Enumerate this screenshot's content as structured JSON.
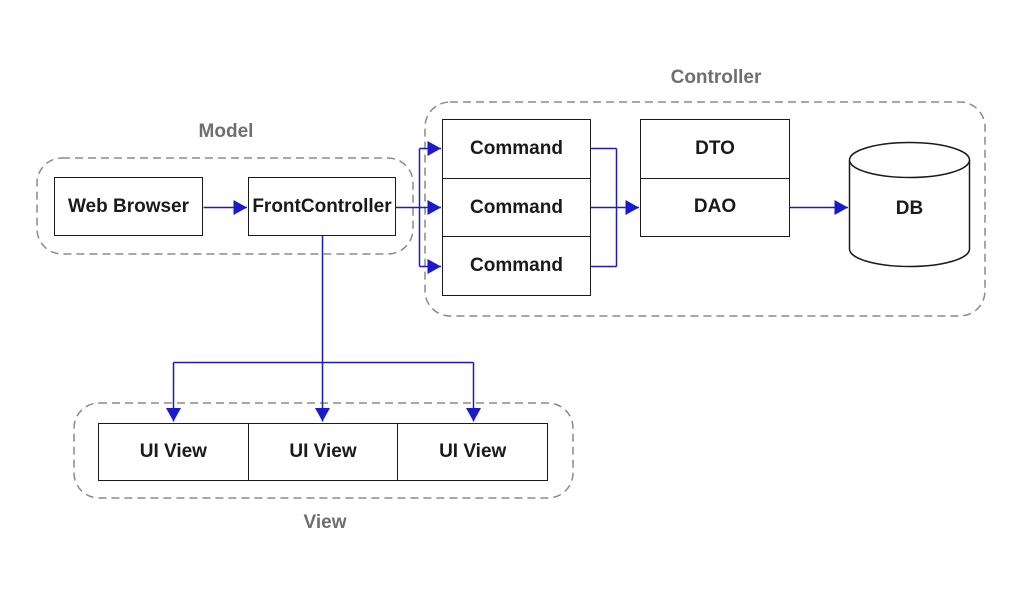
{
  "groups": {
    "model": {
      "label": "Model"
    },
    "controller": {
      "label": "Controller"
    },
    "view": {
      "label": "View"
    }
  },
  "nodes": {
    "web_browser": {
      "label": "Web Browser"
    },
    "front_controller": {
      "label": "FrontController"
    },
    "commands": [
      {
        "label": "Command"
      },
      {
        "label": "Command"
      },
      {
        "label": "Command"
      }
    ],
    "dto": {
      "label": "DTO"
    },
    "dao": {
      "label": "DAO"
    },
    "db": {
      "label": "DB"
    },
    "ui_views": [
      {
        "label": "UI View"
      },
      {
        "label": "UI View"
      },
      {
        "label": "UI View"
      }
    ]
  },
  "colors": {
    "connector": "#1a1ac8",
    "group_border": "#8a8a8a",
    "group_label": "#6f6f6f",
    "node_border": "#1a1a1a",
    "node_text": "#1a1a1a",
    "node_fill": "#ffffff",
    "canvas_bg": "#ffffff"
  }
}
